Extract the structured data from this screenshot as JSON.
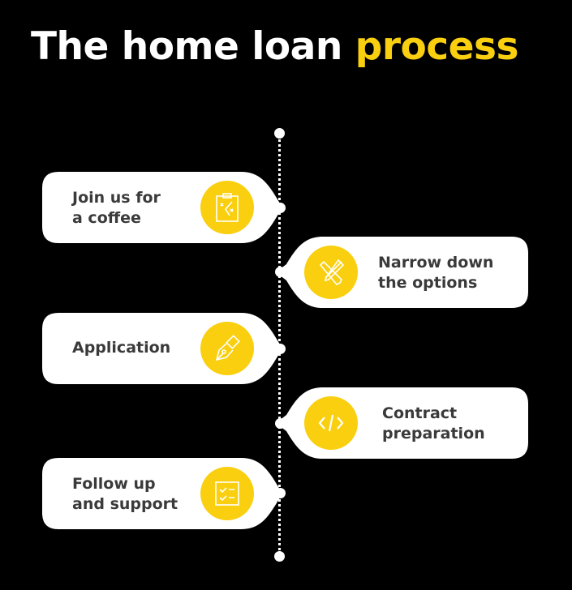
{
  "title": {
    "main": "The home loan ",
    "highlight": "process"
  },
  "colors": {
    "accent": "#f9cf0f",
    "background": "#000000",
    "card": "#ffffff",
    "text": "#3a3a3a"
  },
  "steps": [
    {
      "label_line1": "Join us for",
      "label_line2": "a coffee",
      "icon": "strategy-clipboard-icon",
      "side": "left"
    },
    {
      "label_line1": "Narrow down",
      "label_line2": "the options",
      "icon": "pencil-brush-icon",
      "side": "right"
    },
    {
      "label_line1": "Application",
      "label_line2": "",
      "icon": "fountain-pen-icon",
      "side": "left"
    },
    {
      "label_line1": "Contract",
      "label_line2": "preparation",
      "icon": "code-icon",
      "side": "right"
    },
    {
      "label_line1": "Follow up",
      "label_line2": "and support",
      "icon": "checklist-icon",
      "side": "left"
    }
  ]
}
